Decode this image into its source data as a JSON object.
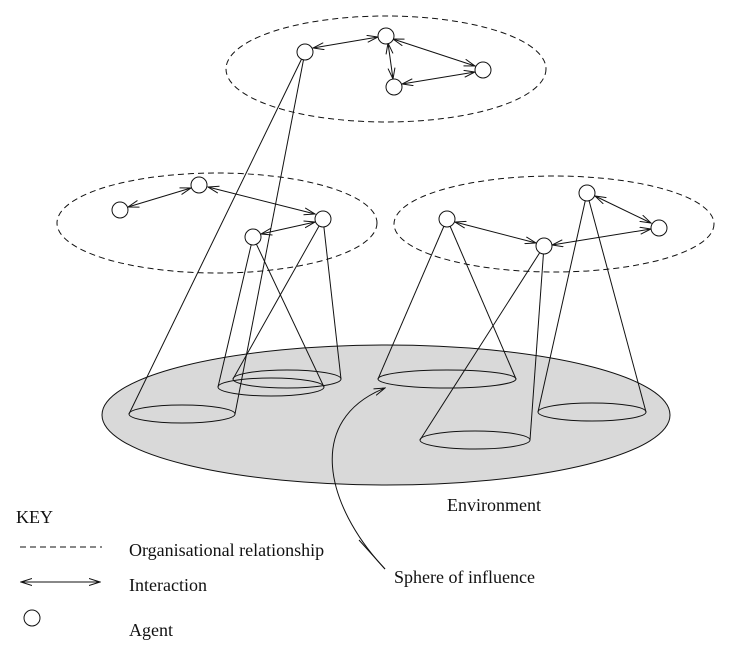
{
  "labels": {
    "environment": "Environment",
    "sphere_of_influence": "Sphere of influence"
  },
  "key": {
    "title": "KEY",
    "organisational": "Organisational relationship",
    "interaction": "Interaction",
    "agent": "Agent"
  },
  "colors": {
    "line": "#111111",
    "environment_fill": "#d9d9d9",
    "background": "#ffffff"
  }
}
